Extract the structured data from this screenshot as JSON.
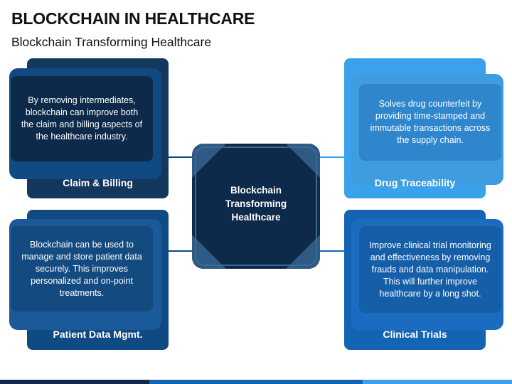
{
  "header": {
    "title": "BLOCKCHAIN IN HEALTHCARE",
    "subtitle": "Blockchain Transforming Healthcare"
  },
  "center": {
    "text": "Blockchain\nTransforming\nHealthcare"
  },
  "cards": {
    "claim_billing": {
      "label": "Claim & Billing",
      "text": "By removing intermediates, blockchain can improve both the claim and billing aspects of the healthcare industry."
    },
    "drug_traceability": {
      "label": "Drug Traceability",
      "text": "Solves drug counterfeit by providing time-stamped and immutable transactions across the supply chain."
    },
    "patient_data": {
      "label": "Patient Data Mgmt.",
      "text": "Blockchain can be used to manage and store patient data securely. This improves personalized and on-point treatments."
    },
    "clinical_trials": {
      "label": "Clinical Trials",
      "text": "Improve clinical trial monitoring and effectiveness by removing frauds and data manipulation. This will further improve healthcare by a long shot."
    }
  },
  "colors": {
    "navy": "#0e2a4a",
    "navy_mid": "#14375e",
    "dark_blue": "#0f4a82",
    "mid_blue": "#1464b4",
    "light_blue": "#3aa2ec",
    "light_blue_front": "#2f86cc"
  }
}
